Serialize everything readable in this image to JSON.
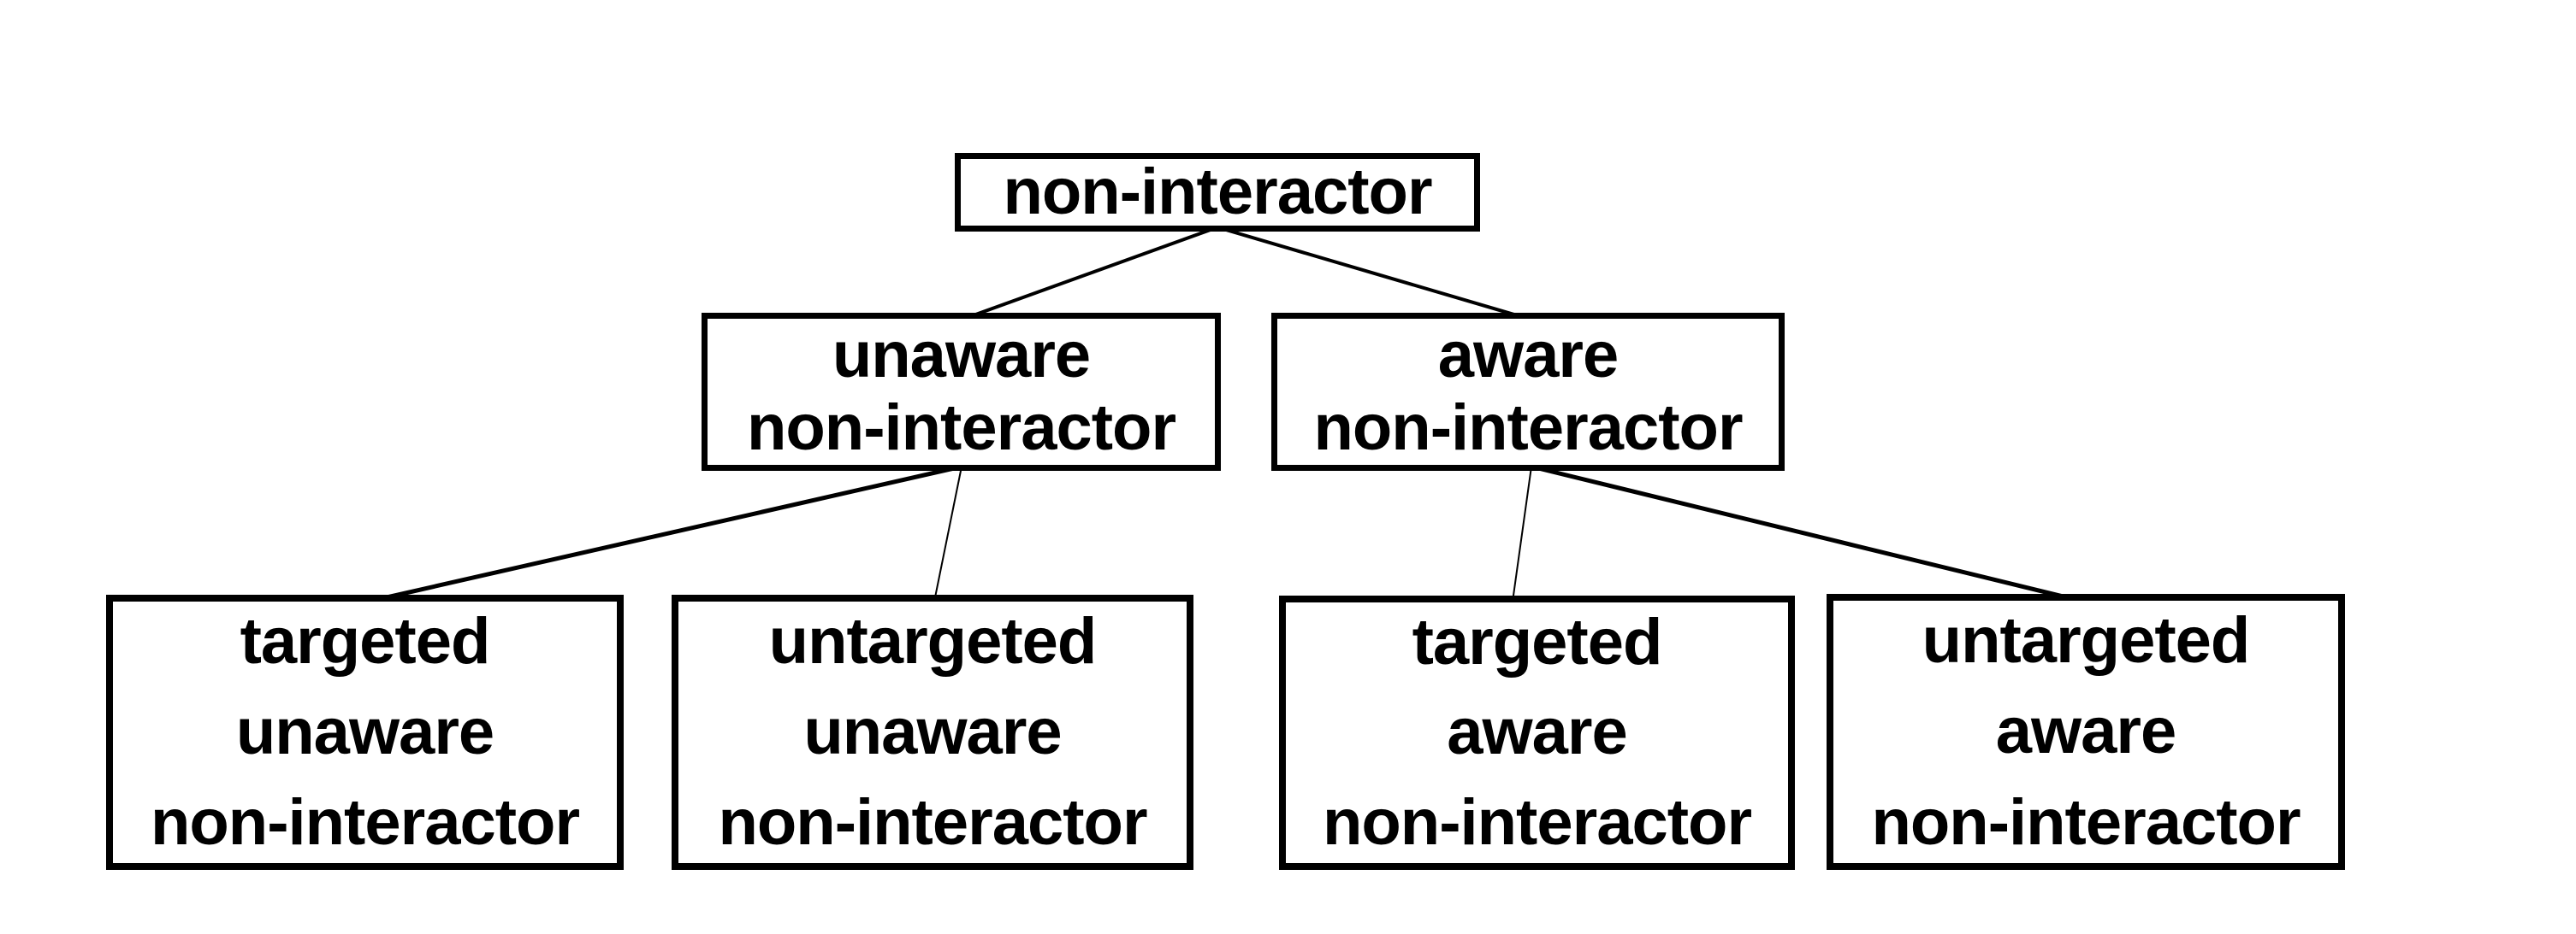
{
  "diagram": {
    "background_color": "#ffffff",
    "line_color": "#000000",
    "border_color": "#000000",
    "text_color": "#000000",
    "root": {
      "lines": [
        "non-interactor"
      ]
    },
    "level2": [
      {
        "lines": [
          "unaware",
          "non-interactor"
        ]
      },
      {
        "lines": [
          "aware",
          "non-interactor"
        ]
      }
    ],
    "level3": [
      {
        "lines": [
          "targeted",
          "unaware",
          "non-interactor"
        ]
      },
      {
        "lines": [
          "untargeted",
          "unaware",
          "non-interactor"
        ]
      },
      {
        "lines": [
          "targeted",
          "aware",
          "non-interactor"
        ]
      },
      {
        "lines": [
          "untargeted",
          "aware",
          "non-interactor"
        ]
      }
    ]
  }
}
